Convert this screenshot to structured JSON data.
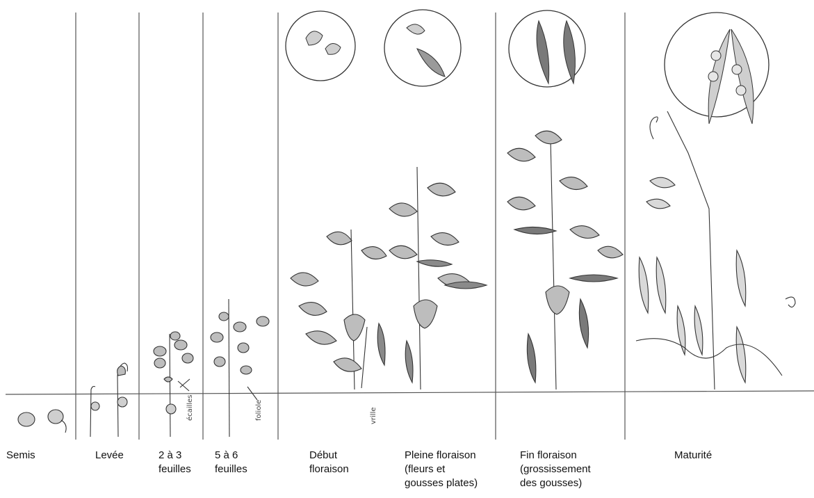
{
  "stages": [
    {
      "lines": [
        "Semis"
      ]
    },
    {
      "lines": [
        "Levée"
      ]
    },
    {
      "lines": [
        "2 à 3",
        "feuilles"
      ]
    },
    {
      "lines": [
        "5 à 6",
        "feuilles"
      ]
    },
    {
      "lines": [
        "Début",
        "floraison"
      ]
    },
    {
      "lines": [
        "Pleine floraison",
        "(fleurs et",
        "gousses plates)"
      ]
    },
    {
      "lines": [
        "Fin floraison",
        "(grossissement",
        "des gousses)"
      ]
    },
    {
      "lines": [
        "Maturité"
      ]
    }
  ],
  "annotations": {
    "ecailles": "écailles",
    "foliole": "foliole",
    "vrille": "vrille"
  },
  "colors": {
    "leaf_fill": "#bdbdbd",
    "pod_fill": "#8a8a8a",
    "line": "#3a3a3a",
    "ground": "#555555"
  }
}
